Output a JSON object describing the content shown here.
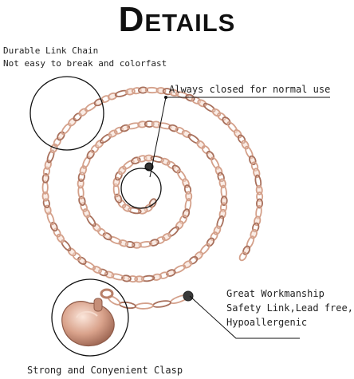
{
  "title": "Details",
  "callouts": {
    "durable_line1": "Durable Link Chain",
    "durable_line2": "Not easy to break and colorfast",
    "always_closed": "Always closed for normal use",
    "workmanship_line1": "Great Workmanship",
    "workmanship_line2": "Safety Link,Lead free,",
    "workmanship_line3": "Hypoallergenic",
    "clasp": "Strong and Conyenient Clasp"
  },
  "colors": {
    "chain": "#d4a08a",
    "chain_shadow": "#a8705c",
    "chain_highlight": "#f6dccf",
    "ink": "#111111",
    "charm": "#3a3a3a"
  }
}
